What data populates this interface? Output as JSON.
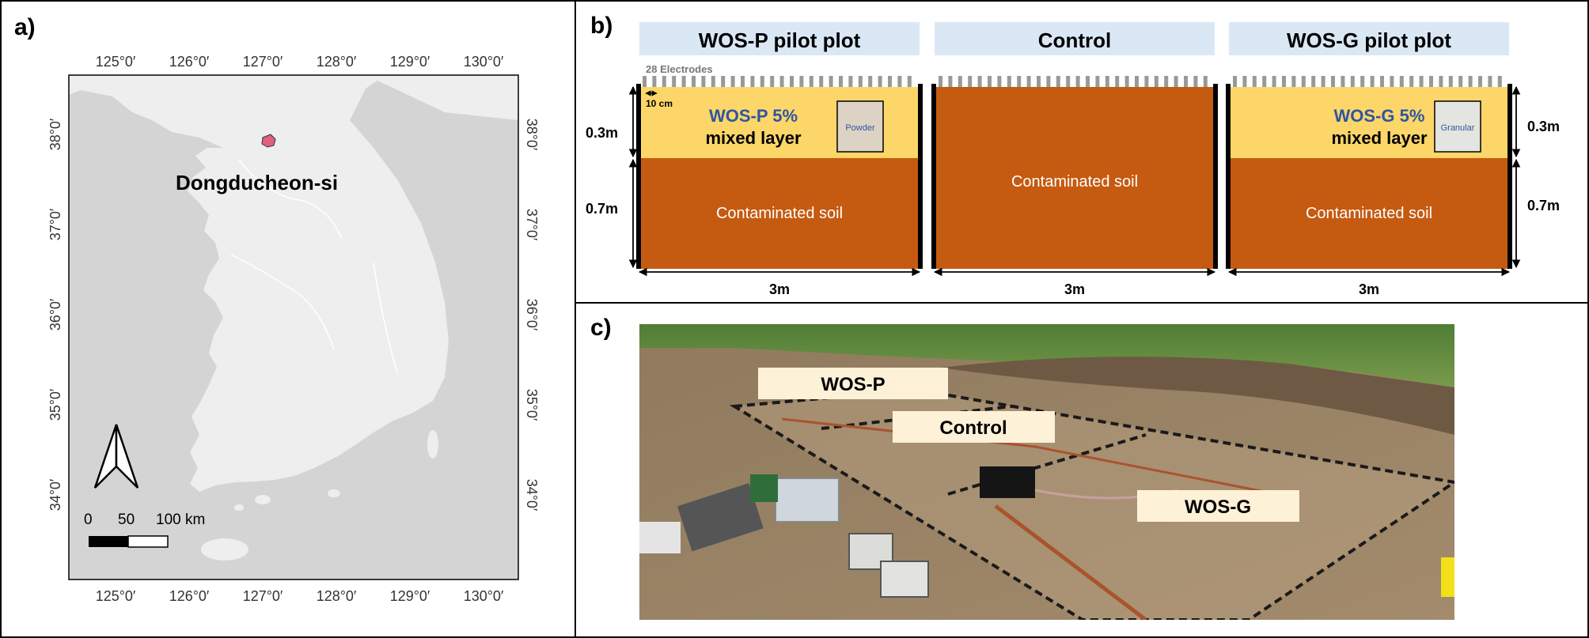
{
  "panel_a": {
    "label": "a)",
    "lon_ticks": [
      "125°0′",
      "126°0′",
      "127°0′",
      "128°0′",
      "129°0′",
      "130°0′"
    ],
    "lat_ticks": [
      "34°0′",
      "35°0′",
      "36°0′",
      "37°0′",
      "38°0′"
    ],
    "place_label": "Dongducheon-si",
    "scale_labels": [
      "0",
      "50",
      "100 km"
    ]
  },
  "panel_b": {
    "label": "b)",
    "plot_titles": [
      "WOS-P pilot plot",
      "Control",
      "WOS-G pilot plot"
    ],
    "electrodes_label": "28 Electrodes",
    "spacing_label": "10 cm",
    "wos_p_layer": {
      "name": "WOS-P 5%",
      "sub": "mixed layer",
      "sample": "Powder"
    },
    "wos_g_layer": {
      "name": "WOS-G 5%",
      "sub": "mixed layer",
      "sample": "Granular"
    },
    "soil_label": "Contaminated soil",
    "depth_top": "0.3m",
    "depth_bottom": "0.7m",
    "width_label": "3m"
  },
  "panel_c": {
    "label": "c)",
    "plot_labels": [
      "WOS-P",
      "Control",
      "WOS-G"
    ]
  },
  "colors": {
    "title_bg": "#dae8f5",
    "mixed_layer": "#fcd668",
    "soil": "#c55a11",
    "map_sea": "#d4d4d4",
    "map_land": "#eeeeee",
    "region": "#e0607e",
    "mixed_text": "#2f55a3"
  }
}
